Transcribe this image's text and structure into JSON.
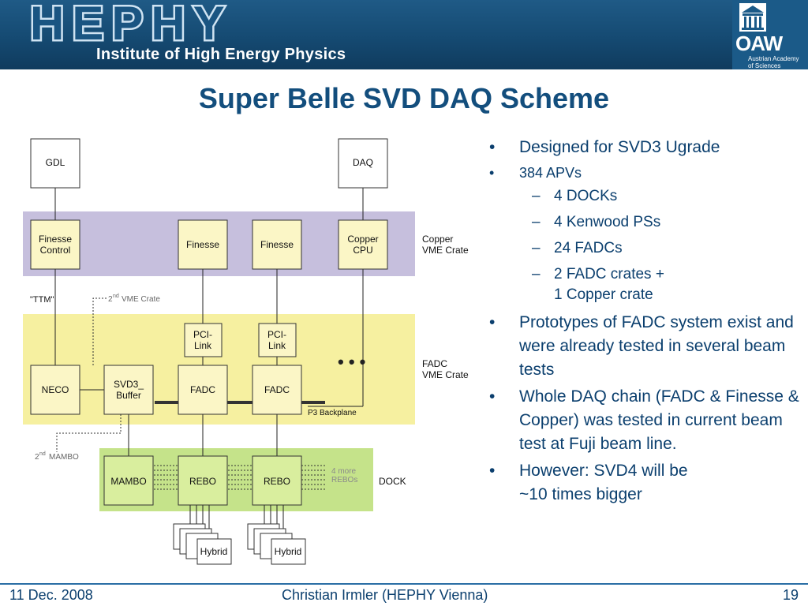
{
  "header": {
    "logo_text": "HEPHY",
    "subtitle": "Institute of High Energy Physics",
    "academy_logo": "OAW",
    "academy_lines": [
      "Austrian Academy",
      "of Sciences"
    ]
  },
  "title": "Super Belle SVD DAQ Scheme",
  "diagram": {
    "boxes": {
      "gdl": [
        "GDL"
      ],
      "daq": [
        "DAQ"
      ],
      "finesse_control": [
        "Finesse",
        "Control"
      ],
      "finesse_1": [
        "Finesse"
      ],
      "finesse_2": [
        "Finesse"
      ],
      "copper_cpu": [
        "Copper",
        "CPU"
      ],
      "pci_link_1": [
        "PCI-",
        "Link"
      ],
      "pci_link_2": [
        "PCI-",
        "Link"
      ],
      "neco": [
        "NECO"
      ],
      "svd3_buffer": [
        "SVD3_",
        "Buffer"
      ],
      "fadc_1": [
        "FADC"
      ],
      "fadc_2": [
        "FADC"
      ],
      "mambo": [
        "MAMBO"
      ],
      "rebo_1": [
        "REBO"
      ],
      "rebo_2": [
        "REBO"
      ],
      "hybrid_1": [
        "Hybrid"
      ],
      "hybrid_2": [
        "Hybrid"
      ]
    },
    "labels": {
      "copper_crate": [
        "Copper",
        "VME Crate"
      ],
      "fadc_crate": [
        "FADC",
        "VME Crate"
      ],
      "dock": "DOCK",
      "ttm": "\"TTM\"",
      "vme2_num": "2",
      "vme2_sup": "nd",
      "vme2_rest": "VME Crate",
      "mambo2_num": "2",
      "mambo2_sup": "nd",
      "mambo2_rest": "MAMBO",
      "p3_backplane": "P3 Backplane",
      "more_rebos": [
        "4 more",
        "REBOs"
      ],
      "ellipsis": "• • •"
    },
    "colors": {
      "copper_crate": "#c6bfdd",
      "fadc_crate": "#f6f0a0",
      "dock": "#c5e38a",
      "box_fill": "#fbf6c6",
      "box_fill_green": "#d9ee9e",
      "line": "#222222",
      "backplane": "#333333"
    }
  },
  "bullets": [
    {
      "text": "Designed for SVD3 Ugrade",
      "level": 1,
      "small": false
    },
    {
      "text": "384 APVs",
      "level": 1,
      "small": true
    },
    {
      "text": "4 DOCKs",
      "level": 2
    },
    {
      "text": "4 Kenwood PSs",
      "level": 2
    },
    {
      "text": "24 FADCs",
      "level": 2
    },
    {
      "text": "2 FADC crates +\n1 Copper crate",
      "level": 2
    },
    {
      "text": "Prototypes of FADC system exist and were already tested in several beam tests",
      "level": 1,
      "small": false
    },
    {
      "text": "Whole DAQ chain (FADC & Finesse & Copper) was tested in current beam test at Fuji beam line.",
      "level": 1,
      "small": false
    },
    {
      "text": "However: SVD4 will be\n~10 times bigger",
      "level": 1,
      "small": false
    }
  ],
  "bullet_symbol": "•",
  "dash_symbol": "–",
  "footer": {
    "date": "11 Dec. 2008",
    "author": "Christian Irmler (HEPHY Vienna)",
    "page": "19"
  }
}
